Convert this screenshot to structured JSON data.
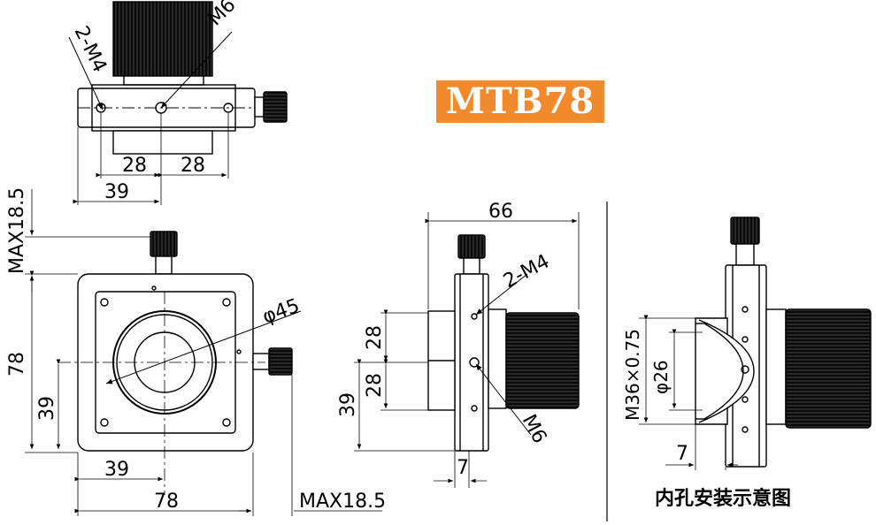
{
  "title": "MTB78",
  "caption": "内孔安装示意图",
  "colors": {
    "badge": "#f08a2c",
    "ink": "#000000",
    "knob": "#111111"
  },
  "top_view": {
    "hole_label": "2-M4",
    "thread_label": "M6",
    "dim_left": "28",
    "dim_right": "28",
    "dim_bottom": "39"
  },
  "front_view": {
    "max_top": "MAX18.5",
    "height": "78",
    "hole_label": "39",
    "bore_label": "φ45",
    "offset_label": "39",
    "width": "78",
    "max_right": "MAX18.5"
  },
  "side_view": {
    "width": "66",
    "hole_label": "2-M4",
    "dim_upper": "28",
    "dim_lower": "28",
    "dim_height": "39",
    "thread_label": "M6",
    "dim_7": "7"
  },
  "mount_view": {
    "thread": "M36×0.75",
    "bore": "φ26",
    "dim_7": "7"
  }
}
